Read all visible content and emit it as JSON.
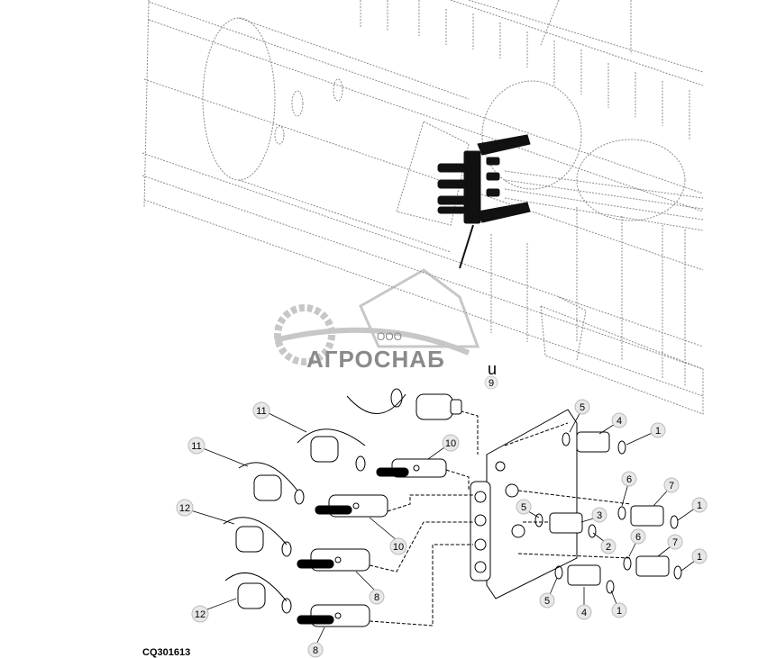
{
  "watermark": {
    "company_prefix": "ООО",
    "company_name": "АГРОСНАБ",
    "brand_color": "#9a9a9a"
  },
  "figure_code": "CQ301613",
  "callouts": {
    "c1a": "1",
    "c1b": "1",
    "c1c": "1",
    "c1d": "1",
    "c2": "2",
    "c3": "3",
    "c4a": "4",
    "c4b": "4",
    "c5a": "5",
    "c5b": "5",
    "c5c": "5",
    "c6a": "6",
    "c6b": "6",
    "c7a": "7",
    "c7b": "7",
    "c8a": "8",
    "c8b": "8",
    "c9": "9",
    "c10a": "10",
    "c10b": "10",
    "c11a": "11",
    "c11b": "11",
    "c12a": "12",
    "c12b": "12"
  },
  "stray_mark": "u"
}
